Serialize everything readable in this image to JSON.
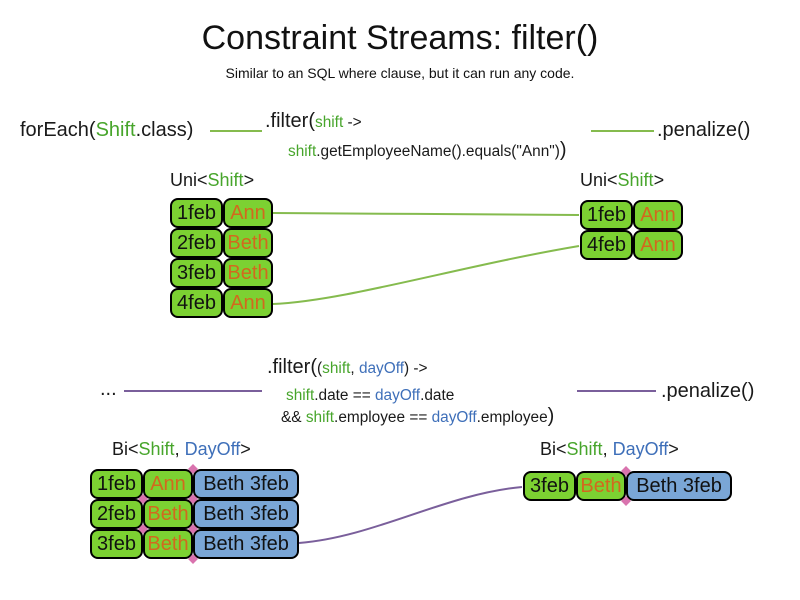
{
  "title": "Constraint Streams: filter()",
  "subtitle": "Similar to an SQL where clause, but it can run any code.",
  "colors": {
    "green_text": "#47a52b",
    "blue_text": "#3e6fb9",
    "orange_text": "#d2691e",
    "cell_green": "#7cd132",
    "cell_blue": "#7aa6d6",
    "line_green": "#85bb4e",
    "line_purple": "#7a5f9b",
    "diamond_pink": "#d973ae"
  },
  "pipeline_uni": {
    "source": [
      {
        "t": "forEach(",
        "c": "k",
        "s": "lg"
      },
      {
        "t": "Shift",
        "c": "g",
        "s": "lg"
      },
      {
        "t": ".class)",
        "c": "k",
        "s": "lg"
      }
    ],
    "filter_line1": [
      {
        "t": ".filter(",
        "c": "k",
        "s": "lg"
      },
      {
        "t": "shift",
        "c": "g",
        "s": "sm"
      },
      {
        "t": " ->",
        "c": "k",
        "s": "sm"
      }
    ],
    "filter_line2": [
      {
        "t": "shift",
        "c": "g",
        "s": "sm"
      },
      {
        "t": ".getEmployeeName().equals(\"Ann\")",
        "c": "k",
        "s": "sm"
      },
      {
        "t": ")",
        "c": "k",
        "s": "lg"
      }
    ],
    "sink": [
      {
        "t": ".penalize()",
        "c": "k",
        "s": "lg"
      }
    ],
    "label_left": [
      {
        "t": "Uni<",
        "c": "k",
        "s": "lg"
      },
      {
        "t": "Shift",
        "c": "g",
        "s": "lg"
      },
      {
        "t": ">",
        "c": "k",
        "s": "lg"
      }
    ],
    "label_right": [
      {
        "t": "Uni<",
        "c": "k",
        "s": "lg"
      },
      {
        "t": "Shift",
        "c": "g",
        "s": "lg"
      },
      {
        "t": ">",
        "c": "k",
        "s": "lg"
      }
    ]
  },
  "pipeline_bi": {
    "source": [
      {
        "t": "...",
        "c": "k",
        "s": "lg"
      }
    ],
    "filter_line1": [
      {
        "t": ".filter(",
        "c": "k",
        "s": "lg"
      },
      {
        "t": "(",
        "c": "k",
        "s": "sm"
      },
      {
        "t": "shift",
        "c": "g",
        "s": "sm"
      },
      {
        "t": ", ",
        "c": "k",
        "s": "sm"
      },
      {
        "t": "dayOff",
        "c": "b",
        "s": "sm"
      },
      {
        "t": ")",
        "c": "k",
        "s": "sm"
      },
      {
        "t": " ->",
        "c": "k",
        "s": "sm"
      }
    ],
    "filter_line2": [
      {
        "t": "shift",
        "c": "g",
        "s": "sm"
      },
      {
        "t": ".date == ",
        "c": "k",
        "s": "sm"
      },
      {
        "t": "dayOff",
        "c": "b",
        "s": "sm"
      },
      {
        "t": ".date",
        "c": "k",
        "s": "sm"
      }
    ],
    "filter_line3": [
      {
        "t": "&& ",
        "c": "k",
        "s": "sm"
      },
      {
        "t": "shift",
        "c": "g",
        "s": "sm"
      },
      {
        "t": ".employee == ",
        "c": "k",
        "s": "sm"
      },
      {
        "t": "dayOff",
        "c": "b",
        "s": "sm"
      },
      {
        "t": ".employee",
        "c": "k",
        "s": "sm"
      },
      {
        "t": ")",
        "c": "k",
        "s": "lg"
      }
    ],
    "sink": [
      {
        "t": ".penalize()",
        "c": "k",
        "s": "lg"
      }
    ],
    "label_left": [
      {
        "t": "Bi<",
        "c": "k",
        "s": "lg"
      },
      {
        "t": "Shift",
        "c": "g",
        "s": "lg"
      },
      {
        "t": ", ",
        "c": "k",
        "s": "lg"
      },
      {
        "t": "DayOff",
        "c": "b",
        "s": "lg"
      },
      {
        "t": ">",
        "c": "k",
        "s": "lg"
      }
    ],
    "label_right": [
      {
        "t": "Bi<",
        "c": "k",
        "s": "lg"
      },
      {
        "t": "Shift",
        "c": "g",
        "s": "lg"
      },
      {
        "t": ", ",
        "c": "k",
        "s": "lg"
      },
      {
        "t": "DayOff",
        "c": "b",
        "s": "lg"
      },
      {
        "t": ">",
        "c": "k",
        "s": "lg"
      }
    ]
  },
  "tables": {
    "uni_left": {
      "rows": [
        [
          "1feb",
          "Ann"
        ],
        [
          "2feb",
          "Beth"
        ],
        [
          "3feb",
          "Beth"
        ],
        [
          "4feb",
          "Ann"
        ]
      ]
    },
    "uni_right": {
      "rows": [
        [
          "1feb",
          "Ann"
        ],
        [
          "4feb",
          "Ann"
        ]
      ]
    },
    "bi_left": {
      "rows": [
        [
          "1feb",
          "Ann",
          "Beth 3feb"
        ],
        [
          "2feb",
          "Beth",
          "Beth 3feb"
        ],
        [
          "3feb",
          "Beth",
          "Beth 3feb"
        ]
      ]
    },
    "bi_right": {
      "rows": [
        [
          "3feb",
          "Beth",
          "Beth 3feb"
        ]
      ]
    }
  }
}
